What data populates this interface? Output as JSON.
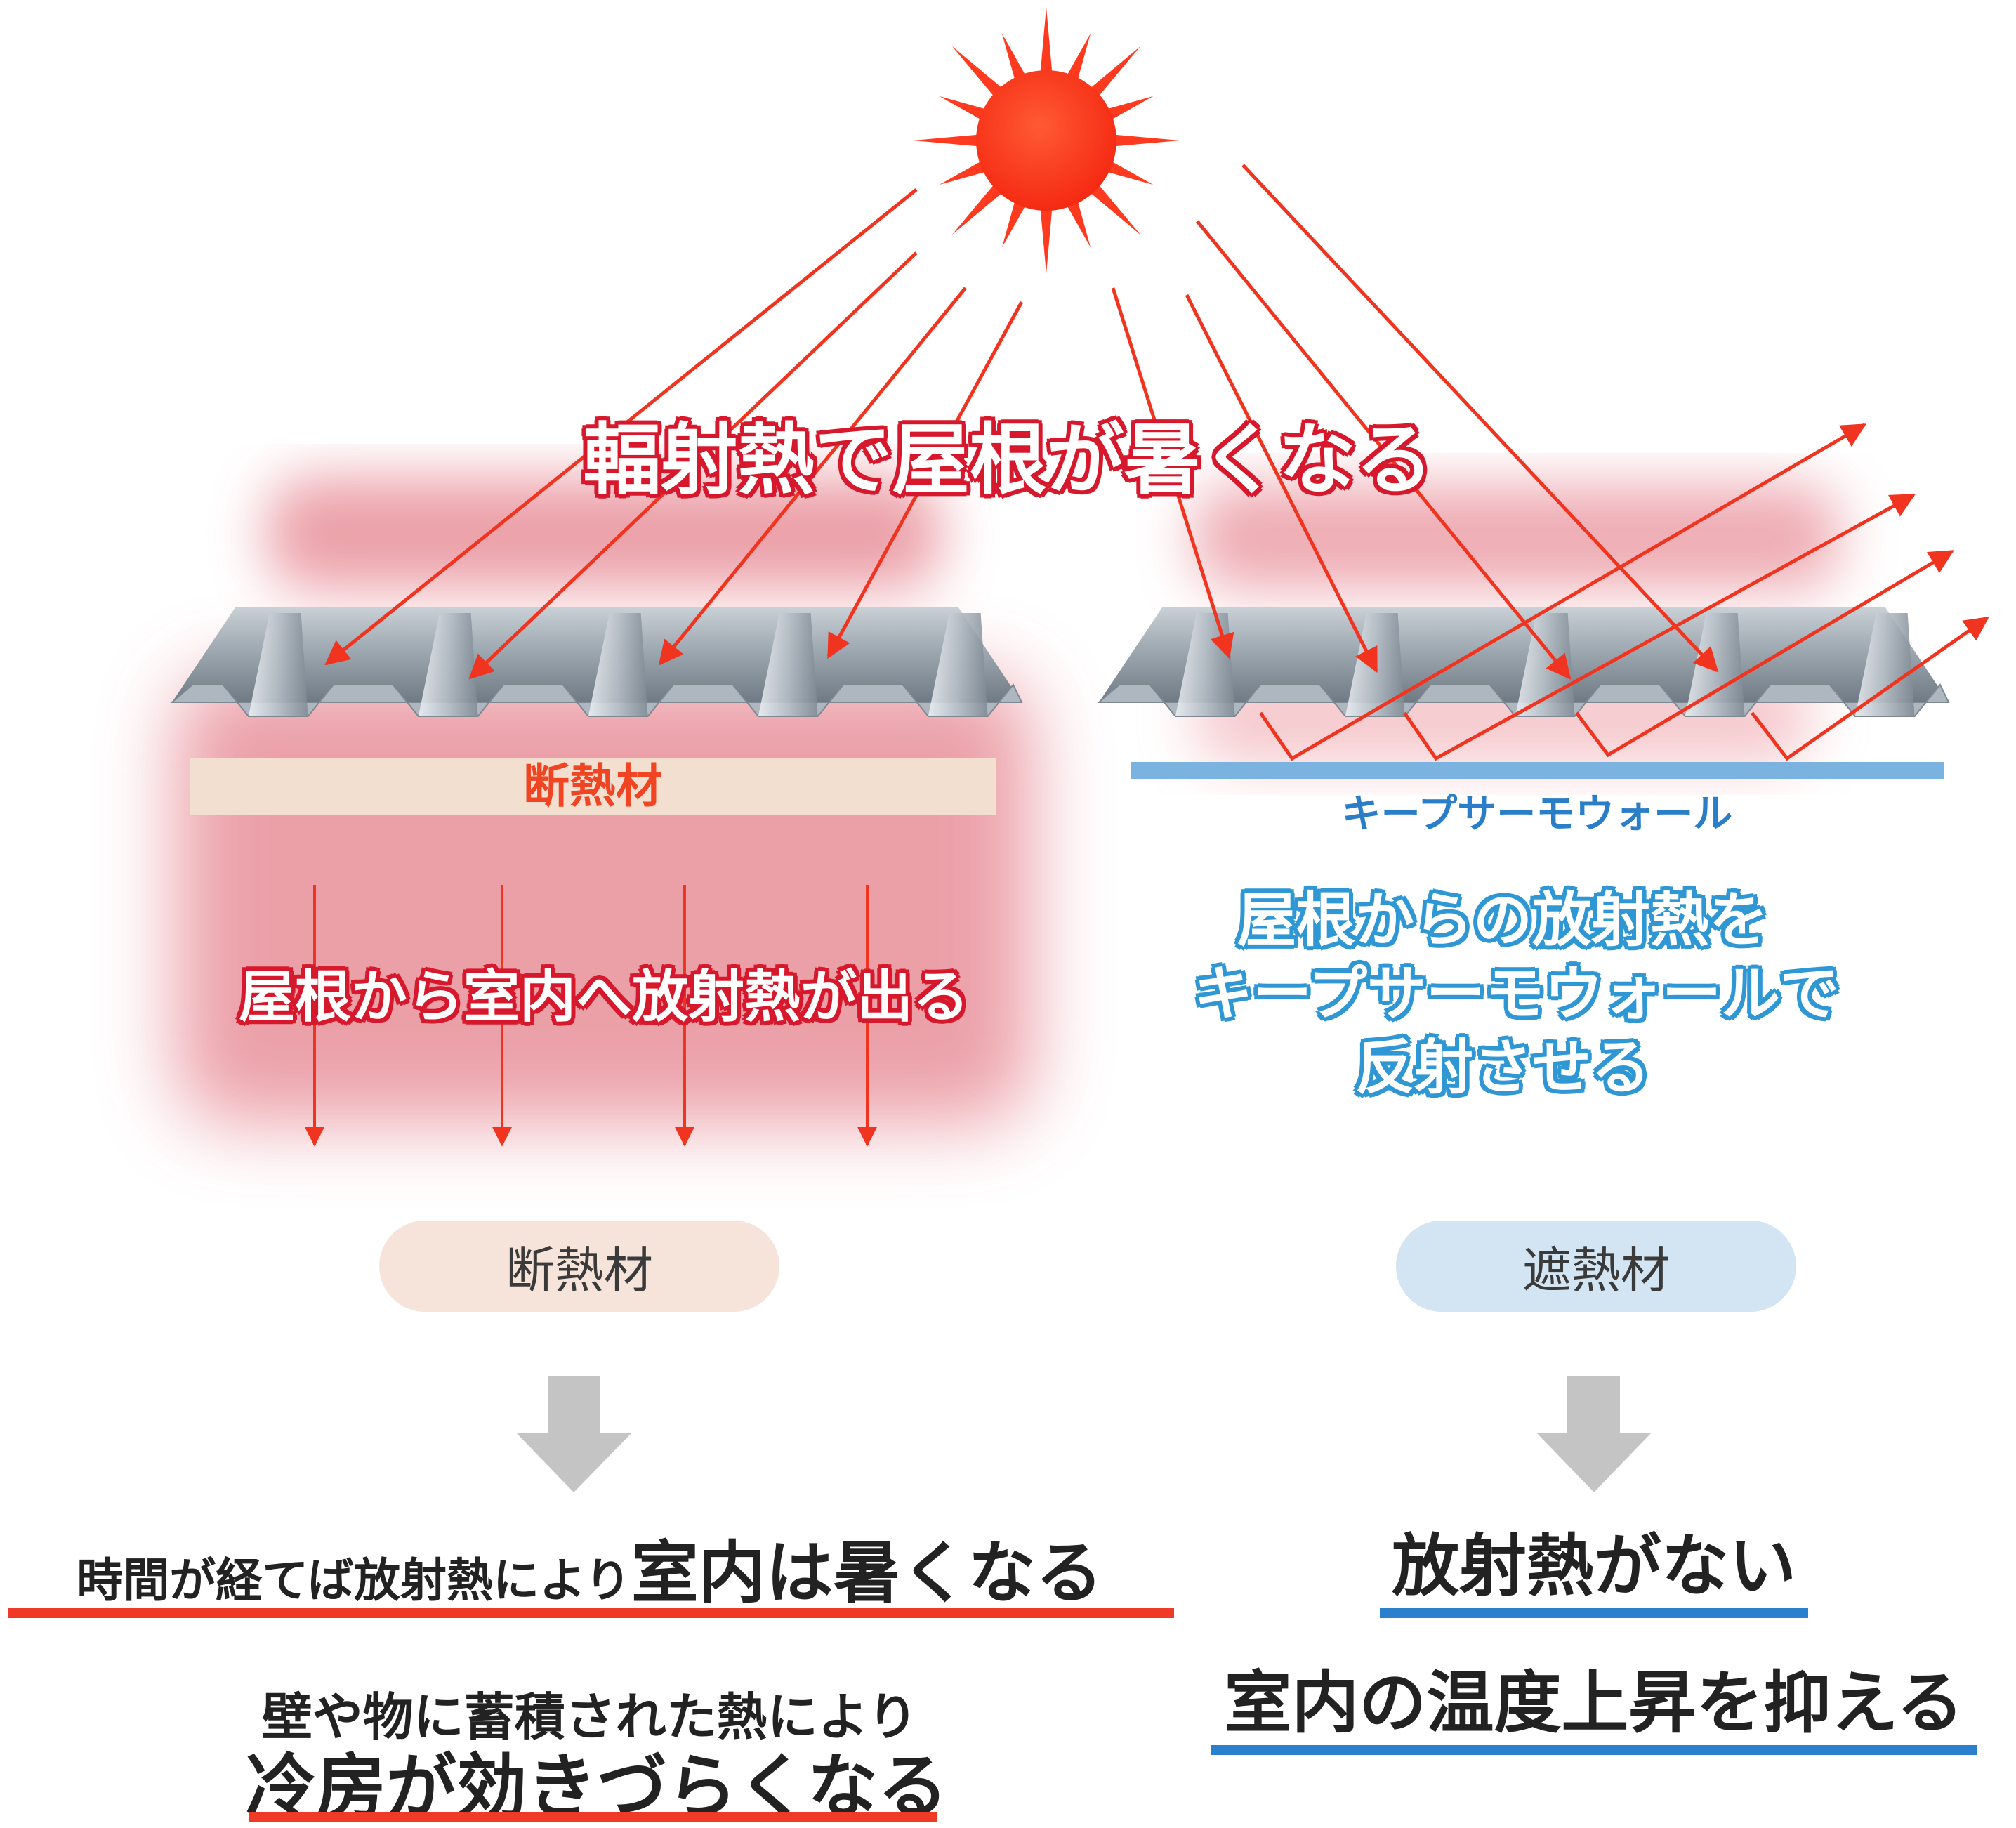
{
  "main_title": "輻射熱で屋根が暑くなる",
  "left": {
    "insulation_label": "断熱材",
    "heat_text": "屋根から室内へ放射熱が出る",
    "pill_label": "断熱材",
    "conclusion_line1_small": "時間が経てば放射熱により",
    "conclusion_line1_big": "室内は暑くなる",
    "conclusion_line2_small": "壁や物に蓄積された熱により",
    "conclusion_line2_big": "冷房が効きづらくなる"
  },
  "right": {
    "layer_label": "キープサーモウォール",
    "reflect_text": [
      "屋根からの放射熱を",
      "キープサーモウォールで",
      "反射させる"
    ],
    "pill_label": "遮熱材",
    "conclusion_1": "放射熱がない",
    "conclusion_2": "室内の温度上昇を抑える"
  },
  "colors": {
    "sun": "#ff3a1f",
    "heat_arrow": "#f0341f",
    "heat_glow": "#e8909a",
    "outline_red": "#d7192d",
    "outline_blue": "#2e97d4",
    "insulation_fill": "#f2dfd0",
    "insulation_text": "#f04423",
    "reflective_layer": "#7ab3e0",
    "reflective_text": "#2a7ec8",
    "pill_left": "#f6e3da",
    "pill_right": "#d3e4f3",
    "down_arrow": "#c4c4c4",
    "underline_left": "#f03a28",
    "underline_right": "#2a80cc"
  },
  "icons": {
    "sun": "sun-icon",
    "arrow": "down-arrow-icon"
  }
}
